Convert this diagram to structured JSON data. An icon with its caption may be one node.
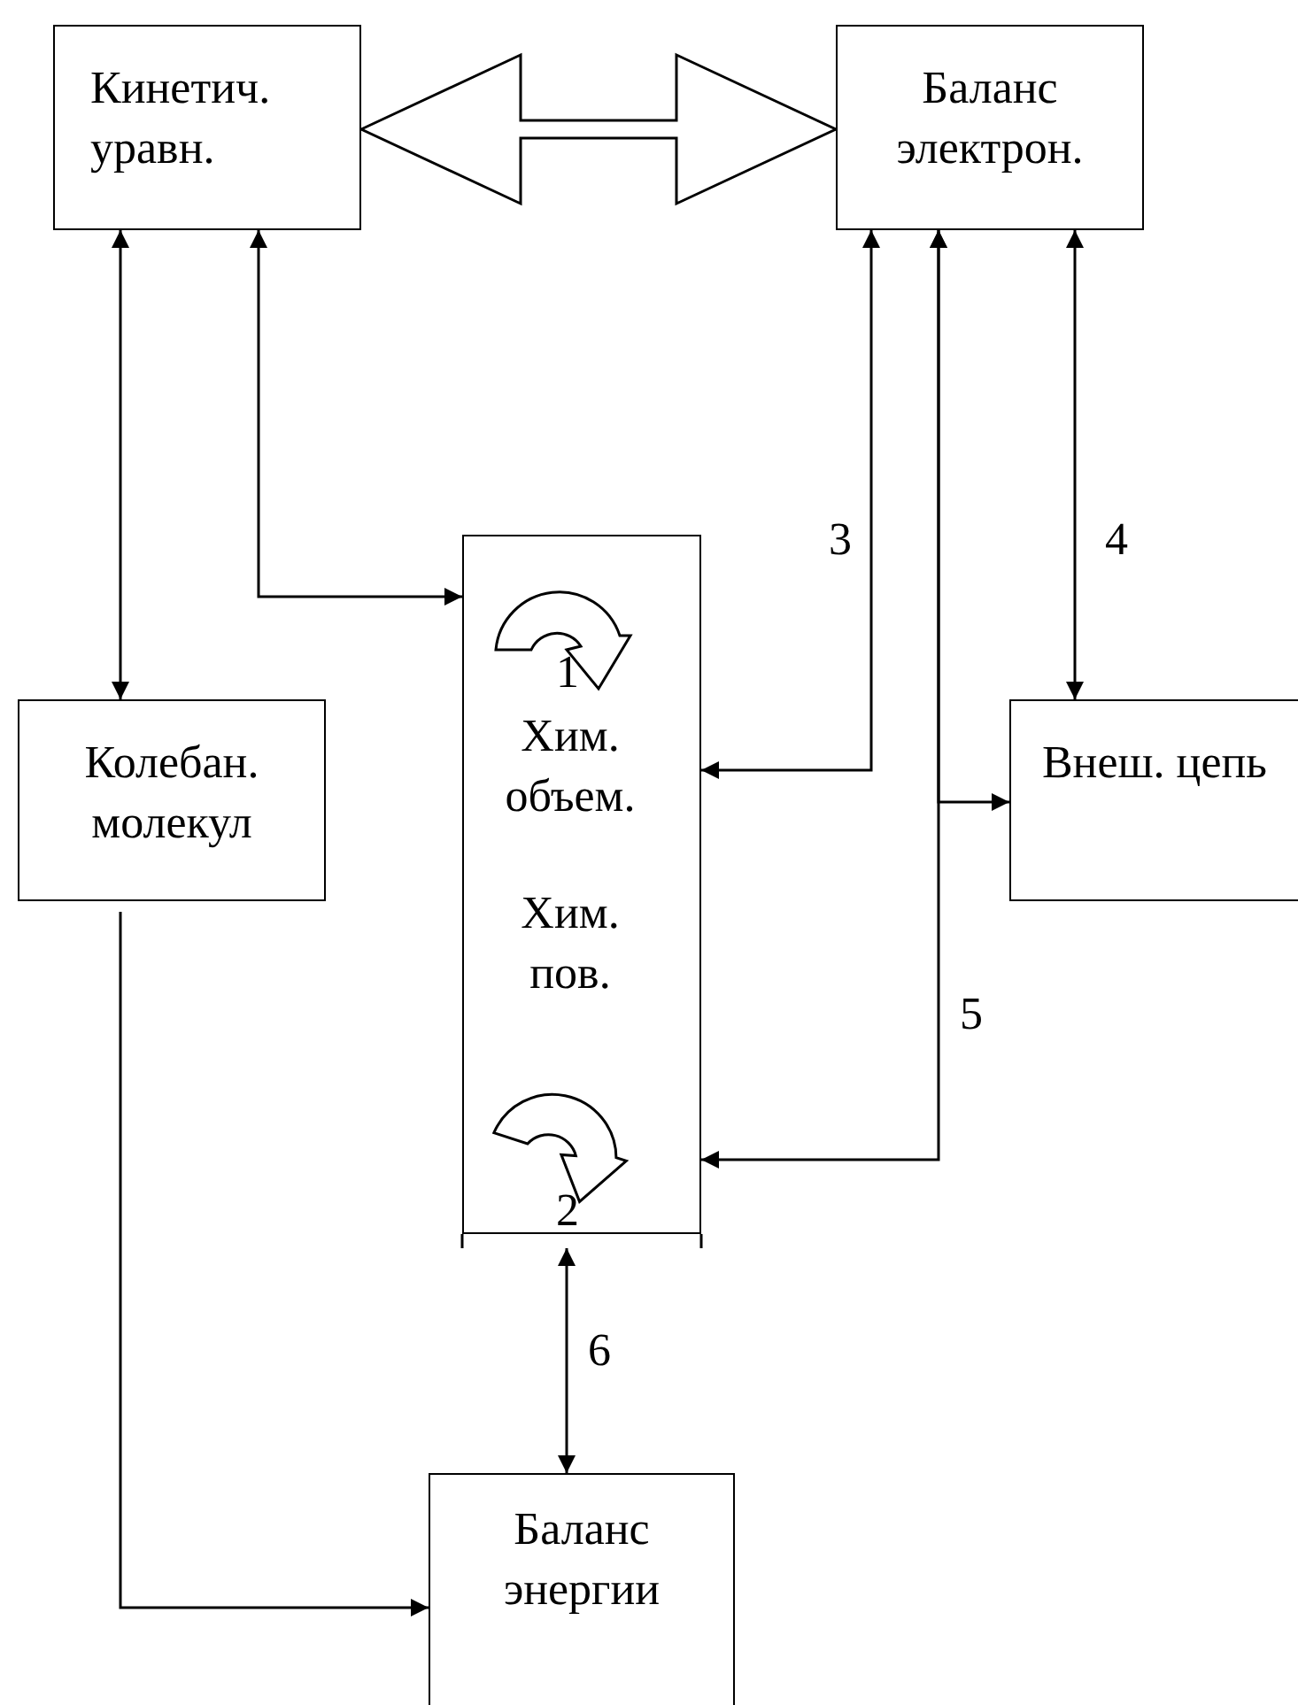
{
  "diagram": {
    "nodes": [
      {
        "text": [
          "Кинетич. уравн."
        ]
      },
      {
        "text": [
          "Баланс электрон."
        ]
      },
      {
        "text": [
          "Колебан. молекул"
        ]
      },
      {
        "text": [
          "Хим. объем.",
          "Хим. пов."
        ]
      },
      {
        "text": [
          "Внеш. цепь"
        ]
      },
      {
        "text": [
          "Баланс энергии"
        ]
      }
    ],
    "edges": [
      {
        "from": 0,
        "to": 1,
        "arrow": "both",
        "style": "thick"
      },
      {
        "from": 0,
        "to": 2,
        "arrow": "both"
      },
      {
        "from": 0,
        "to": 3,
        "arrow": "both"
      },
      {
        "from": 1,
        "to": 3,
        "arrow": "both",
        "label": "3"
      },
      {
        "from": 1,
        "to": 4,
        "arrow": "both",
        "label": "4"
      },
      {
        "from": 1,
        "to": 4,
        "arrow": "both"
      },
      {
        "from": 1,
        "to": 3,
        "arrow": "both",
        "label": "5"
      },
      {
        "from": 3,
        "to": 5,
        "arrow": "both",
        "label": "6"
      },
      {
        "from": 2,
        "to": 5,
        "arrow": "to"
      }
    ],
    "labels": [
      "1",
      "2"
    ]
  }
}
